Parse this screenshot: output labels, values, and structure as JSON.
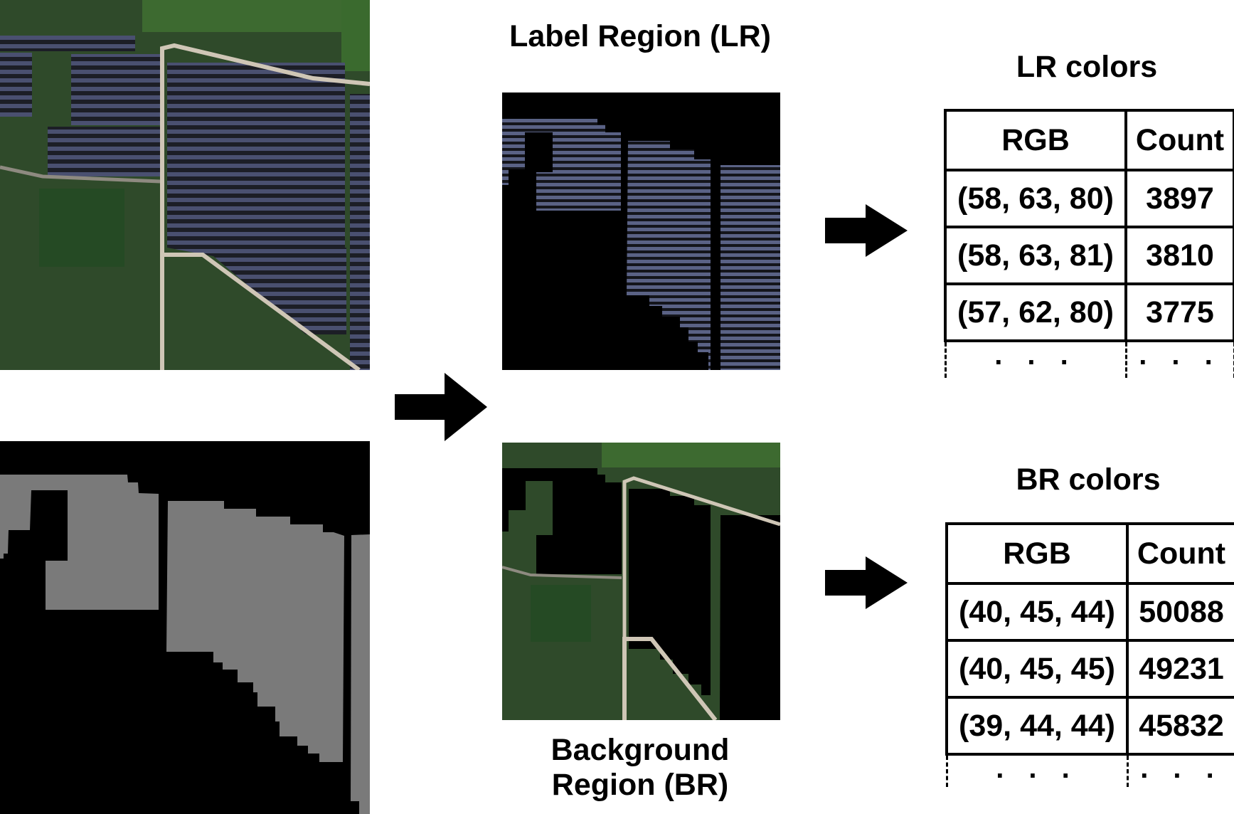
{
  "figure": {
    "input_images": {
      "satellite_image": "aerial-photo-solar-farm",
      "mask_image": "segmentation-mask-gray-on-black"
    },
    "colors": {
      "mask_foreground": "#7a7a7a",
      "mask_background": "#000000",
      "panel_blue": "#4a5070",
      "vegetation": "#2f4a2a",
      "road": "#cfc6b6"
    },
    "label_region": {
      "title": "Label Region (LR)"
    },
    "background_region": {
      "title_line1": "Background",
      "title_line2": "Region (BR)"
    },
    "lr_colors": {
      "title": "LR colors",
      "headers": [
        "RGB",
        "Count"
      ],
      "rows": [
        {
          "rgb": "(58, 63, 80)",
          "count": "3897"
        },
        {
          "rgb": "(58, 63, 81)",
          "count": "3810"
        },
        {
          "rgb": "(57, 62, 80)",
          "count": "3775"
        }
      ],
      "ellipsis": ". . ."
    },
    "br_colors": {
      "title": "BR colors",
      "headers": [
        "RGB",
        "Count"
      ],
      "rows": [
        {
          "rgb": "(40, 45, 44)",
          "count": "50088"
        },
        {
          "rgb": "(40, 45, 45)",
          "count": "49231"
        },
        {
          "rgb": "(39, 44, 44)",
          "count": "45832"
        }
      ],
      "ellipsis": ". . ."
    },
    "arrows": [
      "right-arrow-main",
      "right-arrow-lr",
      "right-arrow-br"
    ]
  }
}
